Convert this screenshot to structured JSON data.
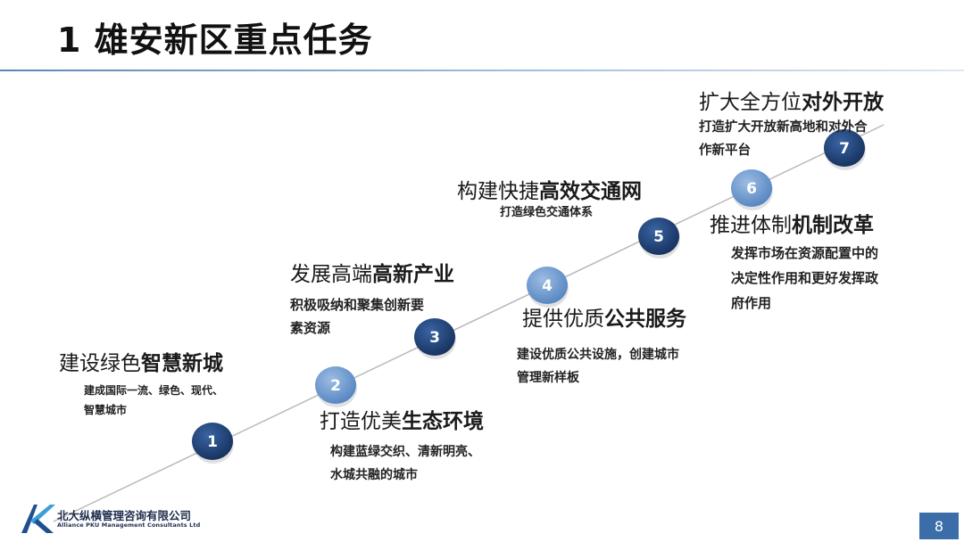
{
  "title": "1 雄安新区重点任务",
  "tasks": [
    {
      "num": "1",
      "head_plain": "建设绿色",
      "head_bold": "智慧新城",
      "desc": [
        "建成国际一流、绿色、现代、",
        "智慧城市"
      ]
    },
    {
      "num": "2",
      "head_plain": "打造优美",
      "head_bold": "生态环境",
      "desc": [
        "构建蓝绿交织、清新明亮、",
        "水城共融的城市"
      ]
    },
    {
      "num": "3",
      "head_plain": "发展高端",
      "head_bold": "高新产业",
      "desc": [
        "积极吸纳和聚集创新要",
        "素资源"
      ]
    },
    {
      "num": "4",
      "head_plain": "提供优质",
      "head_bold": "公共服务",
      "desc": [
        "建设优质公共设施，创建城市",
        "管理新样板"
      ]
    },
    {
      "num": "5",
      "head_plain": "构建快捷",
      "head_bold": "高效交通网",
      "desc": [
        "打造绿色交通体系"
      ]
    },
    {
      "num": "6",
      "head_plain": "推进体制",
      "head_bold": "机制改革",
      "desc": [
        "发挥市场在资源配置中的",
        "决定性作用和更好发挥政",
        "府作用"
      ]
    },
    {
      "num": "7",
      "head_plain": "扩大全方位",
      "head_bold": "对外开放",
      "desc": [
        "打造扩大开放新高地和对外合",
        "作新平台"
      ]
    }
  ],
  "logo": {
    "cn": "北大纵横管理咨询有限公司",
    "en": "Alliance PKU Management Consultants Ltd"
  },
  "page_number": "8",
  "colors": {
    "node_dark": "#1f3f73",
    "node_light": "#6f9bd0",
    "rule": "#5a86b8",
    "page_box": "#3b6ea8"
  }
}
